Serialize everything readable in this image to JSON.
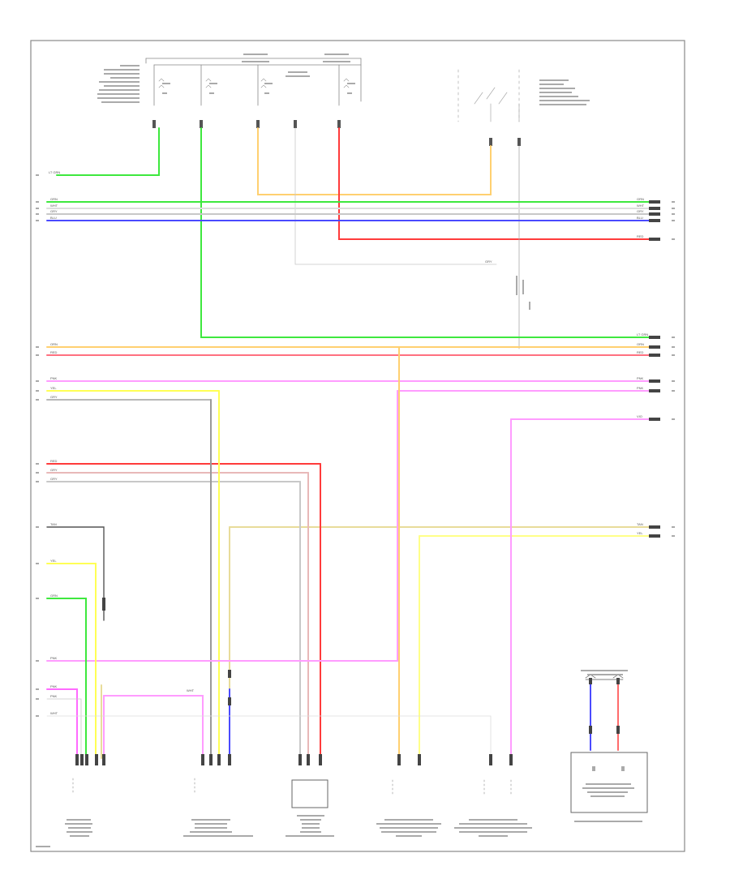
{
  "diagram": {
    "wires": [
      {
        "id": "green-top",
        "color": "#3ee83e",
        "label": "LT GRN"
      },
      {
        "id": "green-1",
        "color": "#3ee83e",
        "label": "GRN"
      },
      {
        "id": "white-1",
        "color": "#dddddd",
        "label": "WHT"
      },
      {
        "id": "gray-1",
        "color": "#c8c8c8",
        "label": "GRY"
      },
      {
        "id": "blue-1",
        "color": "#4a4aff",
        "label": "BLU"
      },
      {
        "id": "red-1",
        "color": "#ff3b3b",
        "label": "RED"
      },
      {
        "id": "gray-2",
        "color": "#c8c8c8",
        "label": "GRY"
      },
      {
        "id": "green-2",
        "color": "#3ee83e",
        "label": "LT GRN"
      },
      {
        "id": "orange-1",
        "color": "#ffb23a",
        "label": "ORN"
      },
      {
        "id": "red-2",
        "color": "#ff3b3b",
        "label": "RED"
      },
      {
        "id": "pink-1",
        "color": "#ff6bff",
        "label": "PNK"
      },
      {
        "id": "yellow-1",
        "color": "#ffff55",
        "label": "YEL"
      },
      {
        "id": "gray-3",
        "color": "#c8c8c8",
        "label": "GRY"
      },
      {
        "id": "red-3",
        "color": "#ff3b3b",
        "label": "RED"
      },
      {
        "id": "gray-4",
        "color": "#c8c8c8",
        "label": "GRY"
      },
      {
        "id": "gray-5",
        "color": "#c8c8c8",
        "label": "GRY"
      },
      {
        "id": "tan-1",
        "color": "#e8dc9a",
        "label": "TAN"
      },
      {
        "id": "yellow-2",
        "color": "#ffff55",
        "label": "YEL"
      },
      {
        "id": "green-3",
        "color": "#3ee83e",
        "label": "GRN"
      },
      {
        "id": "pink-2",
        "color": "#ff6bff",
        "label": "PNK"
      },
      {
        "id": "pink-3",
        "color": "#ff6bff",
        "label": "PNK"
      },
      {
        "id": "pink-4",
        "color": "#ff6bff",
        "label": "PNK"
      },
      {
        "id": "white-2",
        "color": "#dddddd",
        "label": "WHT"
      },
      {
        "id": "violet-1",
        "color": "#ff6bff",
        "label": "VIO"
      }
    ]
  }
}
